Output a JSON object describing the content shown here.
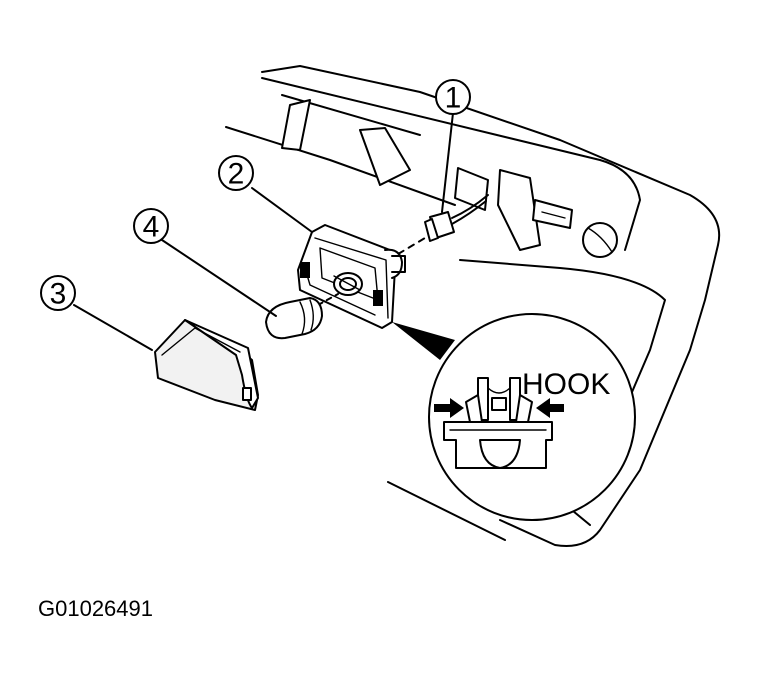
{
  "callouts": [
    {
      "number": "1",
      "part": "connector"
    },
    {
      "number": "2",
      "part": "lamp-socket-housing"
    },
    {
      "number": "3",
      "part": "lens-cover"
    },
    {
      "number": "4",
      "part": "bulb"
    }
  ],
  "detail": {
    "label": "HOOK"
  },
  "figure_id": "G01026491"
}
